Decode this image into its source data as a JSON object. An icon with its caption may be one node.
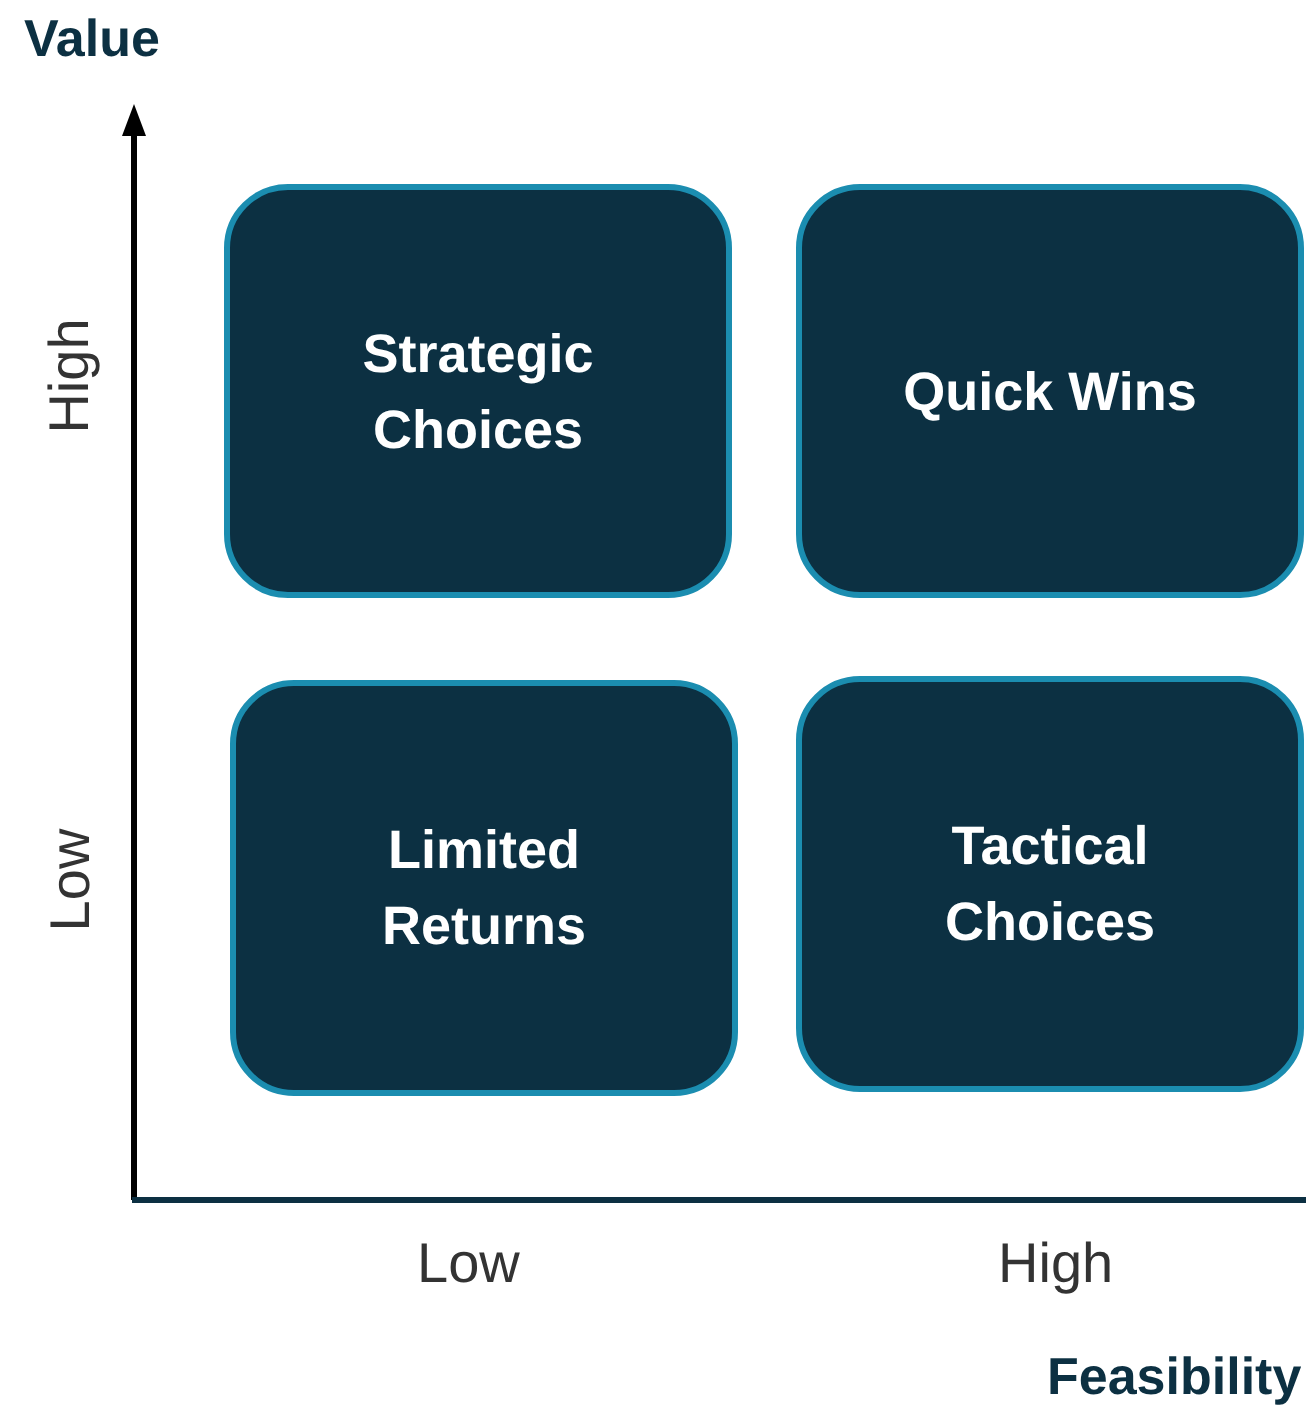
{
  "diagram": {
    "nodes": [
      {
        "text": [
          "Strategic Choices"
        ]
      },
      {
        "text": [
          "Quick Wins"
        ]
      },
      {
        "text": [
          "Limited Returns"
        ]
      },
      {
        "text": [
          "Tactical Choices"
        ]
      }
    ],
    "labels": [
      "Value",
      "High",
      "Low",
      "Low",
      "High",
      "Feasibility"
    ]
  }
}
